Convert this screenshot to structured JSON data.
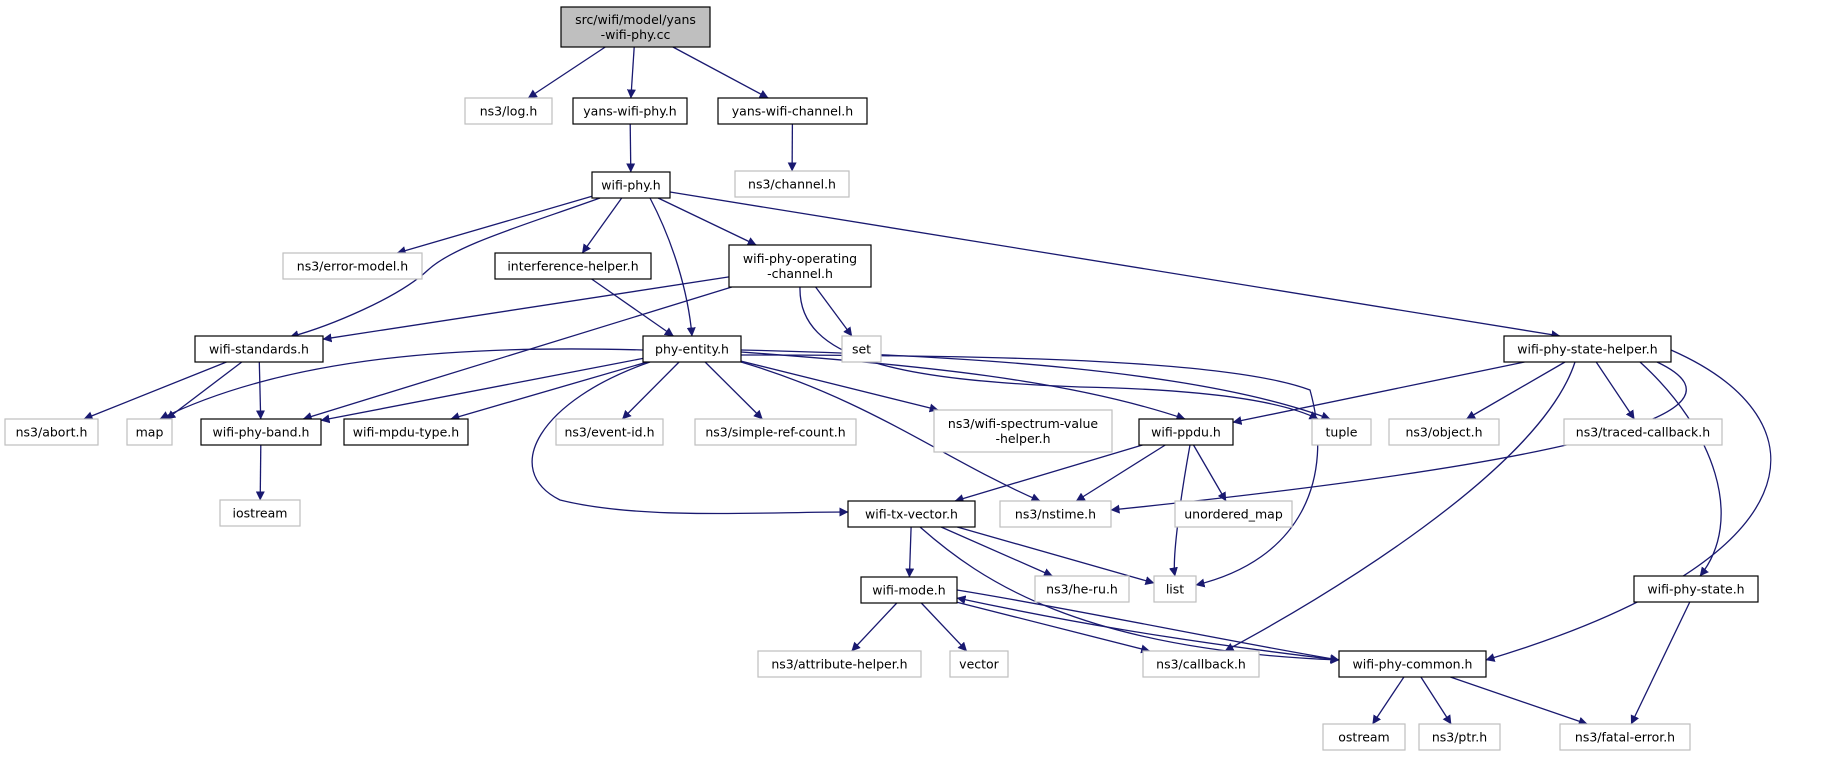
{
  "graph": {
    "edge_color": "#191970",
    "root_fill": "#bfbfbf",
    "external_border": "#bfbfbf",
    "local_border": "#000000",
    "nodes": [
      {
        "id": "root",
        "kind": "root",
        "lines": [
          "src/wifi/model/yans",
          "-wifi-phy.cc"
        ]
      },
      {
        "id": "log",
        "kind": "ext",
        "lines": [
          "ns3/log.h"
        ]
      },
      {
        "id": "yansphy",
        "kind": "local",
        "lines": [
          "yans-wifi-phy.h"
        ]
      },
      {
        "id": "yanschan",
        "kind": "local",
        "lines": [
          "yans-wifi-channel.h"
        ]
      },
      {
        "id": "channel",
        "kind": "ext",
        "lines": [
          "ns3/channel.h"
        ]
      },
      {
        "id": "wifiphy",
        "kind": "local",
        "lines": [
          "wifi-phy.h"
        ]
      },
      {
        "id": "errmodel",
        "kind": "ext",
        "lines": [
          "ns3/error-model.h"
        ]
      },
      {
        "id": "interf",
        "kind": "local",
        "lines": [
          "interference-helper.h"
        ]
      },
      {
        "id": "opchan",
        "kind": "local",
        "lines": [
          "wifi-phy-operating",
          "-channel.h"
        ]
      },
      {
        "id": "set",
        "kind": "ext",
        "lines": [
          "set"
        ]
      },
      {
        "id": "standards",
        "kind": "local",
        "lines": [
          "wifi-standards.h"
        ]
      },
      {
        "id": "phyentity",
        "kind": "local",
        "lines": [
          "phy-entity.h"
        ]
      },
      {
        "id": "statehelper",
        "kind": "local",
        "lines": [
          "wifi-phy-state-helper.h"
        ]
      },
      {
        "id": "abort",
        "kind": "ext",
        "lines": [
          "ns3/abort.h"
        ]
      },
      {
        "id": "map",
        "kind": "ext",
        "lines": [
          "map"
        ]
      },
      {
        "id": "band",
        "kind": "local",
        "lines": [
          "wifi-phy-band.h"
        ]
      },
      {
        "id": "mpdutype",
        "kind": "local",
        "lines": [
          "wifi-mpdu-type.h"
        ]
      },
      {
        "id": "eventid",
        "kind": "ext",
        "lines": [
          "ns3/event-id.h"
        ]
      },
      {
        "id": "simpleref",
        "kind": "ext",
        "lines": [
          "ns3/simple-ref-count.h"
        ]
      },
      {
        "id": "spectrum",
        "kind": "ext",
        "lines": [
          "ns3/wifi-spectrum-value",
          "-helper.h"
        ]
      },
      {
        "id": "ppdu",
        "kind": "local",
        "lines": [
          "wifi-ppdu.h"
        ]
      },
      {
        "id": "tuple",
        "kind": "ext",
        "lines": [
          "tuple"
        ]
      },
      {
        "id": "object",
        "kind": "ext",
        "lines": [
          "ns3/object.h"
        ]
      },
      {
        "id": "traced",
        "kind": "ext",
        "lines": [
          "ns3/traced-callback.h"
        ]
      },
      {
        "id": "iostream",
        "kind": "ext",
        "lines": [
          "iostream"
        ]
      },
      {
        "id": "txvector",
        "kind": "local",
        "lines": [
          "wifi-tx-vector.h"
        ]
      },
      {
        "id": "nstime",
        "kind": "ext",
        "lines": [
          "ns3/nstime.h"
        ]
      },
      {
        "id": "umap",
        "kind": "ext",
        "lines": [
          "unordered_map"
        ]
      },
      {
        "id": "wifimode",
        "kind": "local",
        "lines": [
          "wifi-mode.h"
        ]
      },
      {
        "id": "heru",
        "kind": "ext",
        "lines": [
          "ns3/he-ru.h"
        ]
      },
      {
        "id": "list",
        "kind": "ext",
        "lines": [
          "list"
        ]
      },
      {
        "id": "phystate",
        "kind": "local",
        "lines": [
          "wifi-phy-state.h"
        ]
      },
      {
        "id": "attrhelper",
        "kind": "ext",
        "lines": [
          "ns3/attribute-helper.h"
        ]
      },
      {
        "id": "vector",
        "kind": "ext",
        "lines": [
          "vector"
        ]
      },
      {
        "id": "callback",
        "kind": "ext",
        "lines": [
          "ns3/callback.h"
        ]
      },
      {
        "id": "common",
        "kind": "local",
        "lines": [
          "wifi-phy-common.h"
        ]
      },
      {
        "id": "ostream",
        "kind": "ext",
        "lines": [
          "ostream"
        ]
      },
      {
        "id": "ptr",
        "kind": "ext",
        "lines": [
          "ns3/ptr.h"
        ]
      },
      {
        "id": "fatal",
        "kind": "ext",
        "lines": [
          "ns3/fatal-error.h"
        ]
      }
    ],
    "edges": [
      [
        "root",
        "log"
      ],
      [
        "root",
        "yansphy"
      ],
      [
        "root",
        "yanschan"
      ],
      [
        "yanschan",
        "channel"
      ],
      [
        "yansphy",
        "wifiphy"
      ],
      [
        "wifiphy",
        "errmodel"
      ],
      [
        "wifiphy",
        "interf"
      ],
      [
        "wifiphy",
        "opchan"
      ],
      [
        "wifiphy",
        "standards"
      ],
      [
        "wifiphy",
        "phyentity"
      ],
      [
        "wifiphy",
        "statehelper"
      ],
      [
        "interf",
        "phyentity"
      ],
      [
        "opchan",
        "standards"
      ],
      [
        "opchan",
        "set"
      ],
      [
        "opchan",
        "band"
      ],
      [
        "opchan",
        "tuple"
      ],
      [
        "standards",
        "abort"
      ],
      [
        "standards",
        "map"
      ],
      [
        "standards",
        "band"
      ],
      [
        "phyentity",
        "map"
      ],
      [
        "phyentity",
        "band"
      ],
      [
        "phyentity",
        "mpdutype"
      ],
      [
        "phyentity",
        "eventid"
      ],
      [
        "phyentity",
        "simpleref"
      ],
      [
        "phyentity",
        "spectrum"
      ],
      [
        "phyentity",
        "ppdu"
      ],
      [
        "phyentity",
        "tuple"
      ],
      [
        "phyentity",
        "txvector"
      ],
      [
        "phyentity",
        "nstime"
      ],
      [
        "phyentity",
        "list"
      ],
      [
        "statehelper",
        "ppdu"
      ],
      [
        "statehelper",
        "object"
      ],
      [
        "statehelper",
        "traced"
      ],
      [
        "statehelper",
        "nstime"
      ],
      [
        "statehelper",
        "callback"
      ],
      [
        "statehelper",
        "phystate"
      ],
      [
        "statehelper",
        "common"
      ],
      [
        "band",
        "iostream"
      ],
      [
        "ppdu",
        "txvector"
      ],
      [
        "ppdu",
        "nstime"
      ],
      [
        "ppdu",
        "umap"
      ],
      [
        "ppdu",
        "list"
      ],
      [
        "txvector",
        "wifimode"
      ],
      [
        "txvector",
        "heru"
      ],
      [
        "txvector",
        "list"
      ],
      [
        "txvector",
        "common"
      ],
      [
        "wifimode",
        "attrhelper"
      ],
      [
        "wifimode",
        "vector"
      ],
      [
        "wifimode",
        "callback"
      ],
      [
        "wifimode",
        "common"
      ],
      [
        "phystate",
        "fatal"
      ],
      [
        "common",
        "wifimode"
      ],
      [
        "common",
        "ostream"
      ],
      [
        "common",
        "ptr"
      ],
      [
        "common",
        "fatal"
      ]
    ]
  }
}
